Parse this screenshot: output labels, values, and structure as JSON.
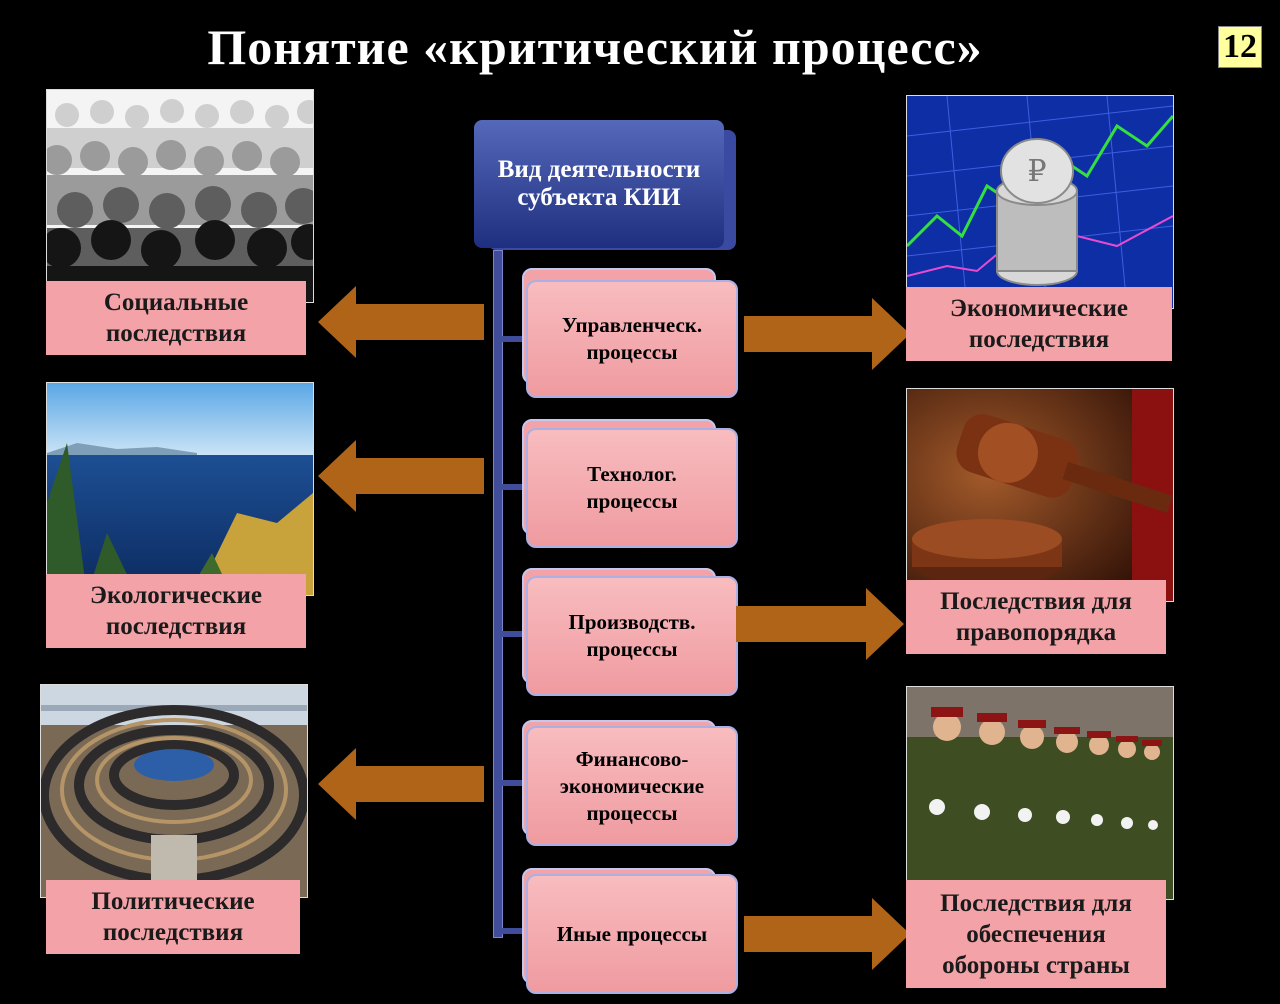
{
  "title": "Понятие «критический процесс»",
  "page_number": "12",
  "center_heading": "Вид деятельности\nсубъекта КИИ",
  "processes": [
    {
      "label": "Управленческ.\nпроцессы"
    },
    {
      "label": "Технолог.\nпроцессы"
    },
    {
      "label": "Производств.\nпроцессы"
    },
    {
      "label": "Финансово-\nэкономические\nпроцессы"
    },
    {
      "label": "Иные процессы"
    }
  ],
  "consequences_left": [
    {
      "label": "Социальные\nпоследствия",
      "photo": "crowd-photo"
    },
    {
      "label": "Экологические\nпоследствия",
      "photo": "lake-photo"
    },
    {
      "label": "Политические\nпоследствия",
      "photo": "parliament-photo"
    }
  ],
  "consequences_right": [
    {
      "label": "Экономические\nпоследствия",
      "photo": "ruble-coins-photo"
    },
    {
      "label": "Последствия для\nправопорядка",
      "photo": "judge-gavel-photo"
    },
    {
      "label": "Последствия для\nобеспечения\nобороны страны",
      "photo": "military-parade-photo"
    }
  ],
  "colors": {
    "background": "#000000",
    "label_pink": "#f3a3a7",
    "arrow_brown": "#b06418",
    "heading_blue": "#2b3c8c",
    "page_number_bg": "#ffff9e"
  }
}
